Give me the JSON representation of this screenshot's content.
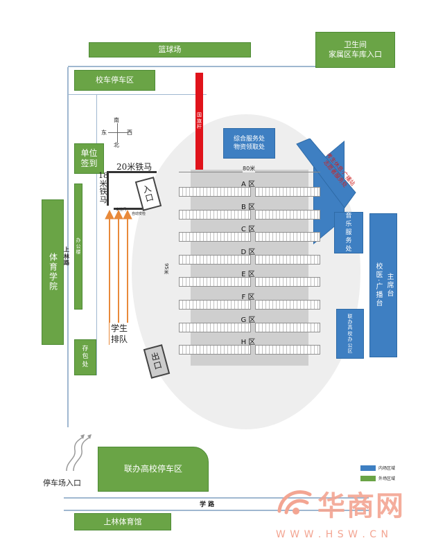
{
  "venue": {
    "basketball_court": "篮球场",
    "clinic": "卫生间\n家属区车库入口",
    "campus_parking": "校车停车区",
    "sports_college": "体育学院",
    "unit_signin": "单位\n签到",
    "storage": "存\n包\n处",
    "side_building": "办\n公\n楼",
    "joint_parking": "联办高校停车区",
    "sports_hall": "上林体育馆",
    "parking_entrance": "停车场入口",
    "road_vertical": "上\n林\n路",
    "road_horizontal": "学 路"
  },
  "compass": {
    "north": "北",
    "south": "南",
    "east": "东",
    "west": "西"
  },
  "barriers": {
    "top": "20米铁马",
    "left": "18\n米\n铁\n马",
    "entrance": "入\n口",
    "exit": "出\n口",
    "gate_label_1": "安检门",
    "gate_label_2": "自动安检"
  },
  "queue": {
    "label": "学生\n排队"
  },
  "field": {
    "red_bar": "国\n旗\n杆",
    "service_center": "综合服务处\n物资领取处",
    "diagonal_box": "考生休息·广播站\n志愿者服务处",
    "width_label": "80米",
    "height_label": "95米",
    "right_box_1": "音\n乐\n服\n务\n处",
    "right_box_2": "联\n办\n高\n校\n办\n公\n区",
    "right_col": "主席台\n校医·广播台",
    "zones": [
      "A 区",
      "B 区",
      "C 区",
      "D 区",
      "E 区",
      "F 区",
      "G 区",
      "H 区"
    ]
  },
  "legend": {
    "blue": "内场区域",
    "green": "外场区域"
  },
  "watermark": {
    "brand": "华商网",
    "url": "W W W . H S W . C N"
  },
  "colors": {
    "green": "#6aa446",
    "blue": "#3e7fc2",
    "red": "#e0131b",
    "orange": "#e8893a",
    "watermark": "#f3a592"
  }
}
